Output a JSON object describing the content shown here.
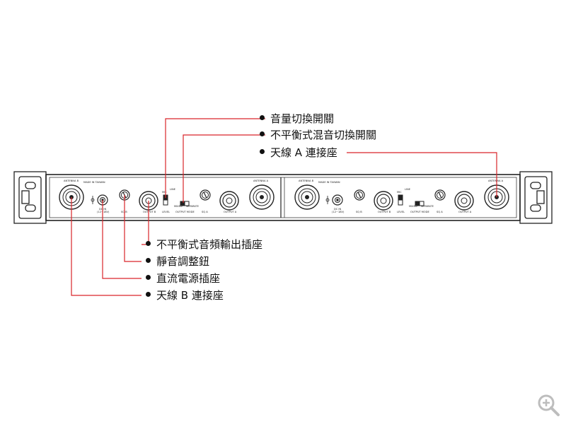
{
  "callouts_top": [
    {
      "label": "音量切換開關"
    },
    {
      "label": "不平衡式混音切換開關"
    },
    {
      "label": "天線 A 連接座"
    }
  ],
  "callouts_bottom": [
    {
      "label": "不平衡式音頻輸出插座"
    },
    {
      "label": "靜音調整鈕"
    },
    {
      "label": "直流電源插座"
    },
    {
      "label": "天線 B 連接座"
    }
  ],
  "panel_labels": {
    "made_in_left": "MADE IN TAIWAN",
    "made_in_right": "MADE IN TAIWAN",
    "antenna_b": "ANTENNA B",
    "antenna_a": "ANTENNA A",
    "dc_in": "DC IN",
    "dc_spec": "(12~18V)",
    "sq_b": "SQ B",
    "sq_a": "SQ A",
    "output_b": "OUTPUT B",
    "output_a": "OUTPUT A",
    "level": "LEVEL",
    "output_mode": "OUTPUT MODE",
    "mixed": "MIXED",
    "separate": "SEPARATE",
    "mic": "MIC",
    "line": "LINE"
  },
  "colors": {
    "leader": "#d9252a",
    "outline": "#222222",
    "text": "#111111"
  },
  "icons": {
    "zoom": "zoom-in-icon"
  }
}
